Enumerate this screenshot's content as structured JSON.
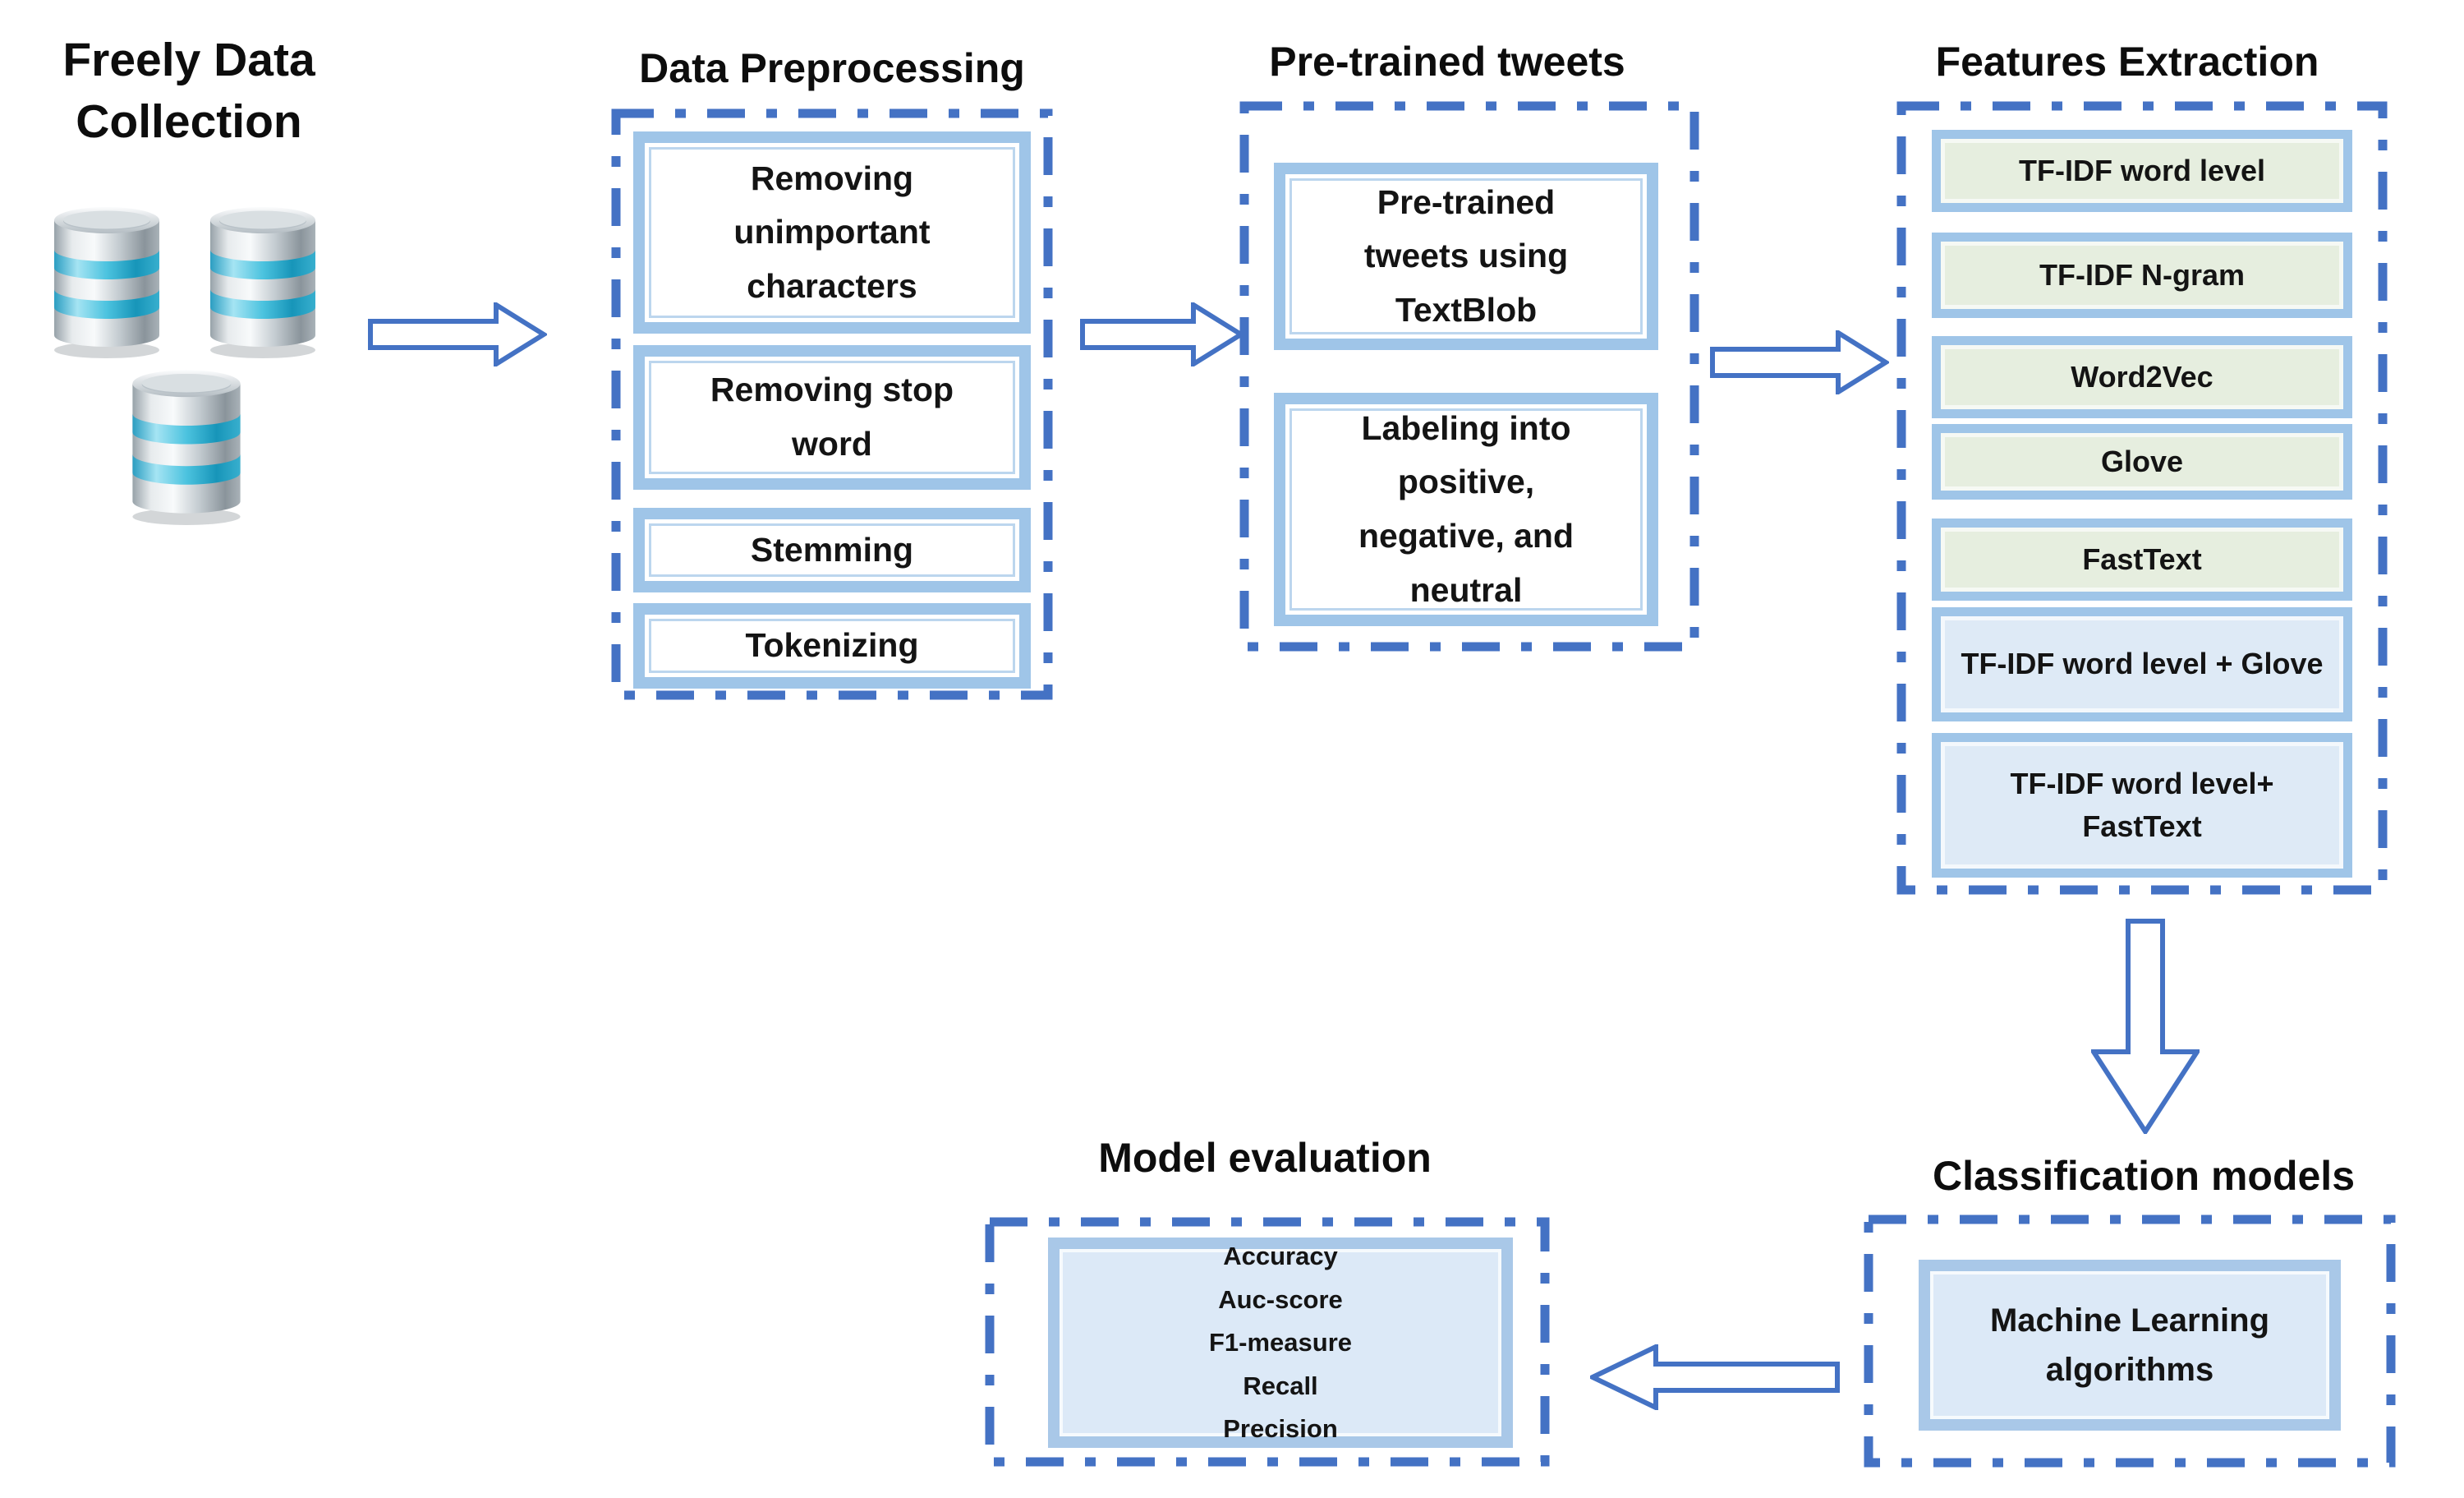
{
  "diagram": {
    "type": "flowchart",
    "palette": {
      "accent_blue": "#4472C4",
      "frame_light_blue": "#9FC5E8",
      "fill_light_blue": "#DEEAF6",
      "fill_green": "#E6EEDF",
      "text_color": "#141414",
      "background": "#FFFFFF"
    },
    "sections": {
      "data_collection": {
        "title": "Freely Data Collection",
        "icon": "database-icon",
        "icon_count": 3
      },
      "preprocessing": {
        "title": "Data Preprocessing",
        "steps": [
          "Removing unimportant characters",
          "Removing stop word",
          "Stemming",
          "Tokenizing"
        ]
      },
      "pretrained": {
        "title": "Pre-trained tweets",
        "steps": [
          "Pre-trained tweets using TextBlob",
          "Labeling into positive, negative, and neutral"
        ]
      },
      "features": {
        "title": "Features Extraction",
        "methods": [
          {
            "label": "TF-IDF word level",
            "variant": "green"
          },
          {
            "label": "TF-IDF N-gram",
            "variant": "green"
          },
          {
            "label": "Word2Vec",
            "variant": "green"
          },
          {
            "label": "Glove",
            "variant": "green"
          },
          {
            "label": "FastText",
            "variant": "green"
          },
          {
            "label": "TF-IDF word level + Glove",
            "variant": "blue"
          },
          {
            "label": "TF-IDF word level+ FastText",
            "variant": "blue"
          }
        ]
      },
      "classification": {
        "title": "Classification models",
        "box_label": "Machine Learning algorithms"
      },
      "evaluation": {
        "title": "Model evaluation",
        "metrics": [
          "Accuracy",
          "Auc-score",
          "F1-measure",
          "Recall",
          "Precision"
        ]
      }
    },
    "flow": [
      "data_collection -> preprocessing",
      "preprocessing -> pretrained",
      "pretrained -> features",
      "features -> classification",
      "classification -> evaluation"
    ]
  }
}
